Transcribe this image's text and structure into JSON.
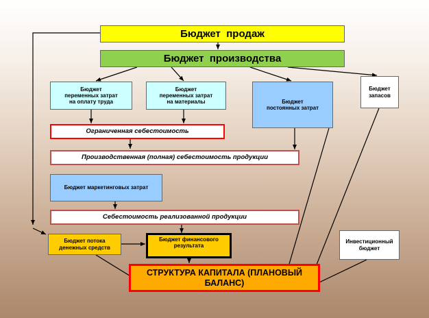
{
  "diagram": {
    "sales_budget": "Бюджет  продаж",
    "production_budget": "Бюджет  производства",
    "variable_labor": "Бюджет\nпеременных затрат\nна оплату труда",
    "variable_materials": "Бюджет\nпеременных затрат\nна материалы",
    "fixed_costs": "Бюджет\nпостоянных затрат",
    "inventory_budget": "Бюджет\nзапасов",
    "limited_cost": "Ограниченная себестоимость",
    "production_cost": "Производственная (полная) себестоимость продукции",
    "marketing_budget": "Бюджет маркетинговых затрат",
    "cost_of_sales": "Себестоимость реализованной продукции",
    "cash_flow_budget": "Бюджет потока\nденежных средств",
    "financial_result_budget": "Бюджет финансового\nрезультата",
    "investment_budget": "Инвестиционный\nбюджет",
    "capital_structure": "СТРУКТУРА КАПИТАЛА (ПЛАНОВЫЙ\nБАЛАНС)"
  },
  "colors": {
    "yellow": "#ffff00",
    "green": "#8fd14f",
    "light_cyan": "#ccffff",
    "light_blue": "#99ccff",
    "orange": "#ffaa00",
    "red_border": "#ff0000",
    "white": "#ffffff"
  }
}
